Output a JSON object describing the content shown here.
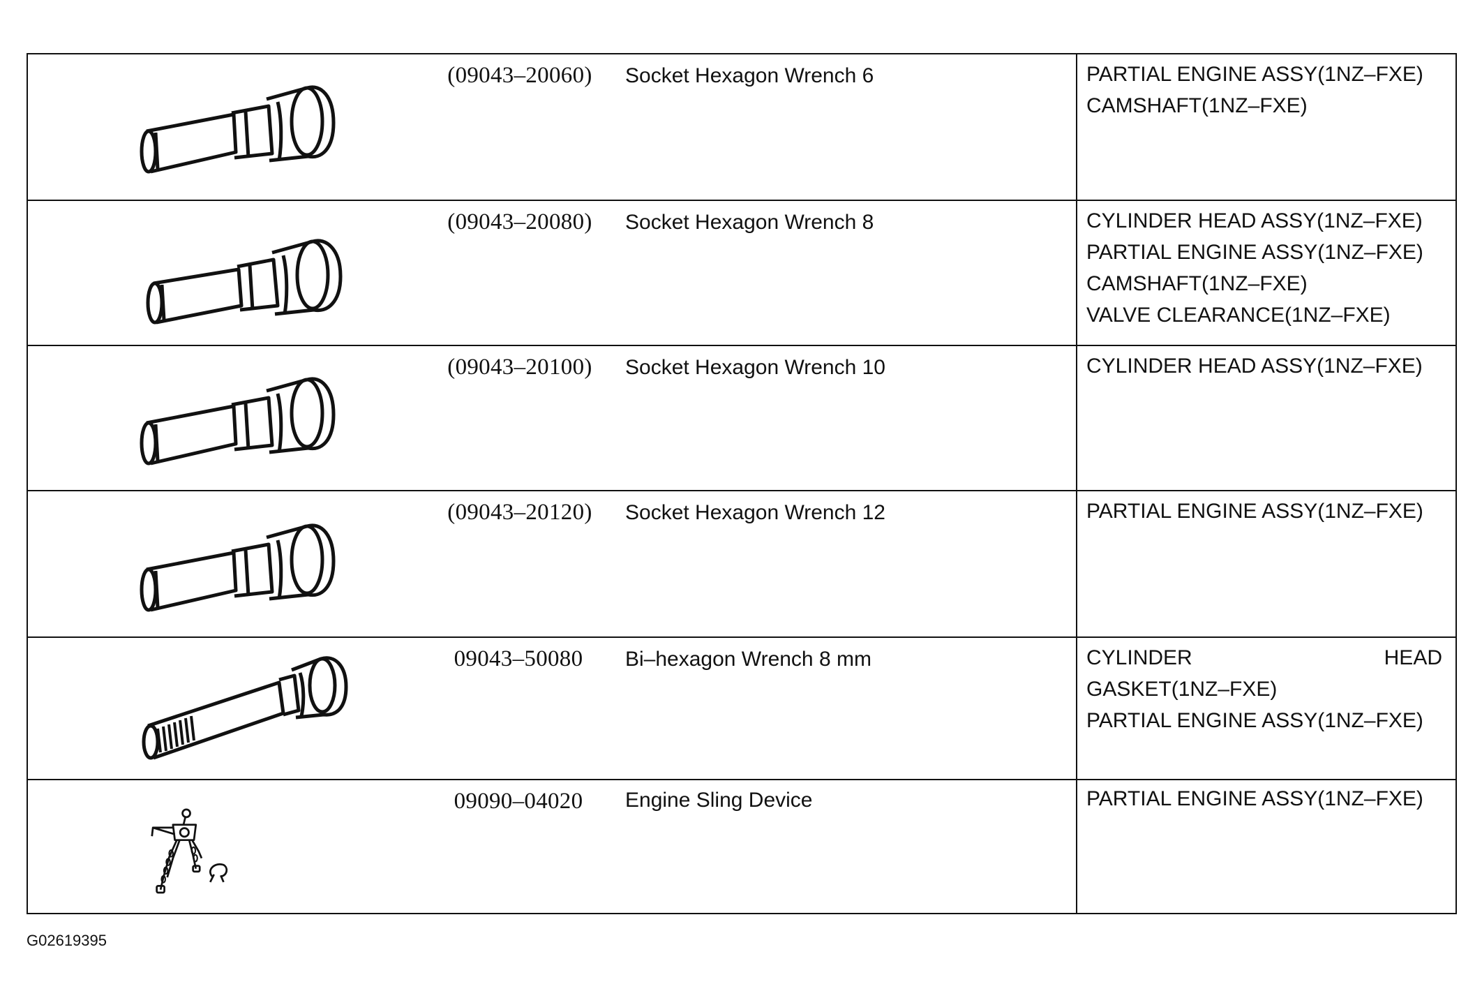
{
  "tools": [
    {
      "part_number": "(09043–20060)",
      "name": "Socket Hexagon Wrench 6",
      "illustration": "hex-socket-wrench-icon",
      "applications": [
        "PARTIAL ENGINE ASSY(1NZ–FXE)",
        "CAMSHAFT(1NZ–FXE)"
      ]
    },
    {
      "part_number": "(09043–20080)",
      "name": "Socket Hexagon Wrench 8",
      "illustration": "hex-socket-wrench-icon",
      "applications": [
        "CYLINDER HEAD ASSY(1NZ–FXE)",
        "PARTIAL ENGINE ASSY(1NZ–FXE)",
        "CAMSHAFT(1NZ–FXE)",
        "VALVE CLEARANCE(1NZ–FXE)"
      ]
    },
    {
      "part_number": "(09043–20100)",
      "name": "Socket Hexagon Wrench 10",
      "illustration": "hex-socket-wrench-icon",
      "applications": [
        "CYLINDER HEAD ASSY(1NZ–FXE)"
      ]
    },
    {
      "part_number": "(09043–20120)",
      "name": "Socket Hexagon Wrench 12",
      "illustration": "hex-socket-wrench-icon",
      "applications": [
        "PARTIAL ENGINE ASSY(1NZ–FXE)"
      ]
    },
    {
      "part_number": "09043–50080",
      "name": "Bi–hexagon Wrench 8 mm",
      "illustration": "bi-hexagon-wrench-icon",
      "applications": [
        "CYLINDER HEAD",
        "GASKET(1NZ–FXE)",
        "PARTIAL ENGINE ASSY(1NZ–FXE)"
      ]
    },
    {
      "part_number": "09090–04020",
      "name": "Engine Sling Device",
      "illustration": "engine-sling-device-icon",
      "applications": [
        "PARTIAL ENGINE ASSY(1NZ–FXE)"
      ]
    }
  ],
  "figure_code": "G02619395"
}
